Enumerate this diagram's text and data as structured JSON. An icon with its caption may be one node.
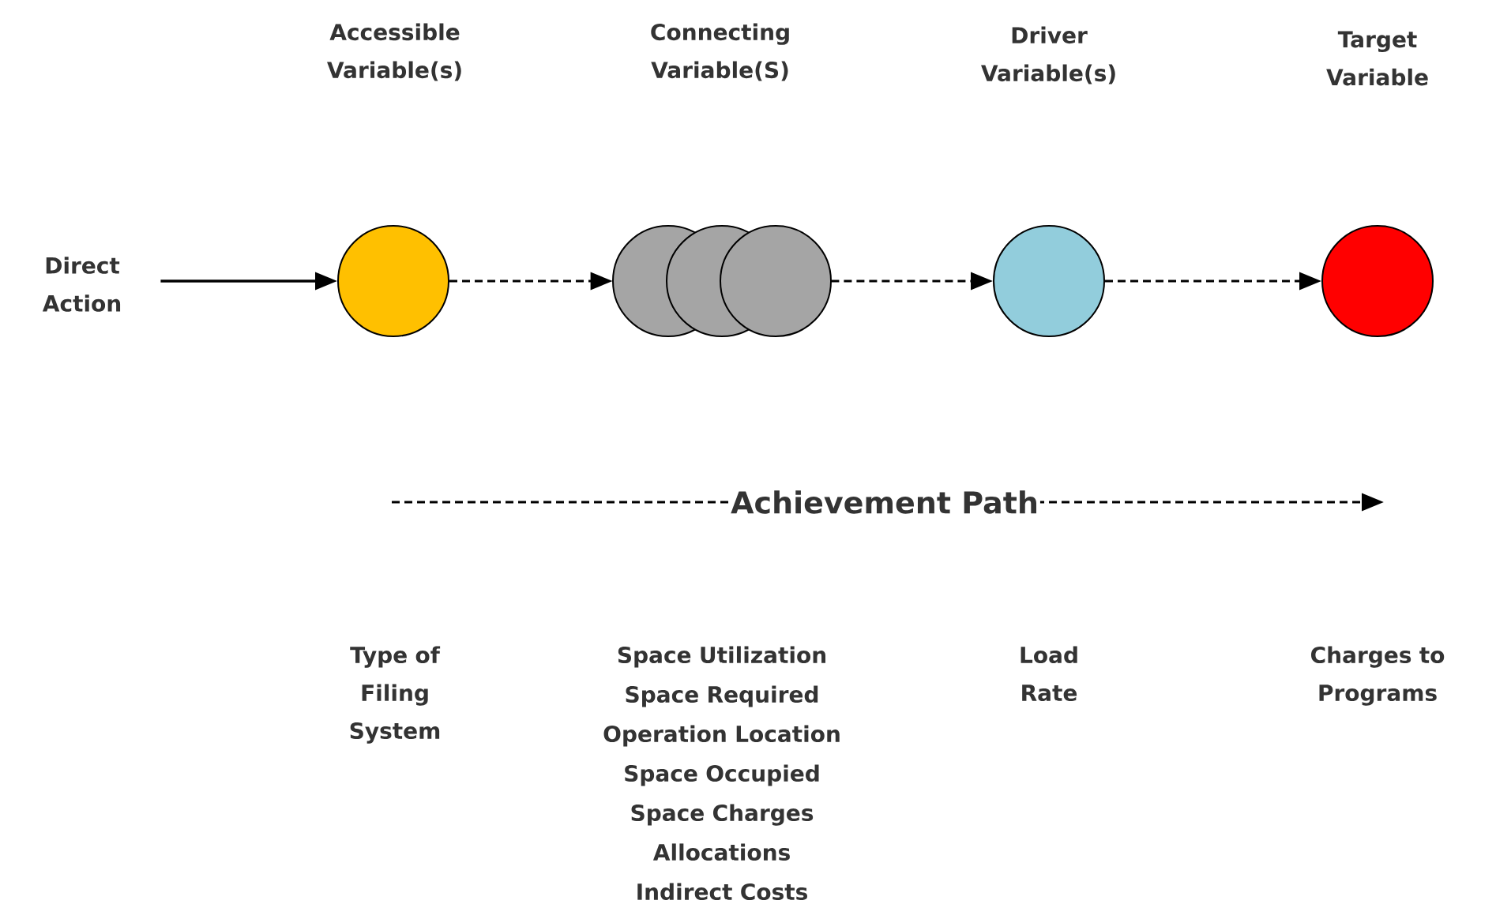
{
  "diagram": {
    "nodes": [
      {
        "text": [
          "Direct Action"
        ]
      },
      {
        "text": [],
        "shape": "circle"
      },
      {
        "text": [],
        "shape": "circle"
      },
      {
        "text": [],
        "shape": "circle"
      },
      {
        "text": [],
        "shape": "circle"
      }
    ],
    "edges": [
      {
        "from": 0,
        "to": 1,
        "arrow": "to"
      },
      {
        "from": 1,
        "to": 2,
        "arrow": "to",
        "style": "dashed"
      },
      {
        "from": 2,
        "to": 3,
        "arrow": "to",
        "style": "dashed"
      },
      {
        "from": 3,
        "to": 4,
        "arrow": "to",
        "style": "dashed"
      }
    ],
    "labels": [
      "Accessible Variable(s)",
      "Connecting Variable(S)",
      "Driver Variable(s)",
      "Target Variable",
      "Achievement Path",
      "Type of Filing System",
      "Space Utilization",
      "Space Required",
      "Operation Location",
      "Space Occupied",
      "Space Charges",
      "Allocations",
      "Indirect Costs",
      "Load Rate",
      "Charges to Programs"
    ]
  }
}
